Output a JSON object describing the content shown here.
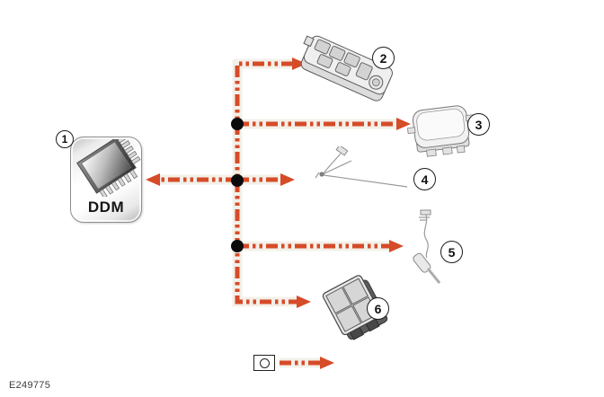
{
  "figure": {
    "id": "E249775"
  },
  "colors": {
    "arrow-color": "#d64b28",
    "junction-color": "#0b0b0b"
  },
  "module": {
    "label": "DDM"
  },
  "callouts": [
    {
      "num": "1",
      "icon": "driver-door-module-icon"
    },
    {
      "num": "2",
      "icon": "master-window-switch-icon"
    },
    {
      "num": "3",
      "icon": "control-module-icon"
    },
    {
      "num": "4",
      "icon": "wire-connector-icon"
    },
    {
      "num": "5",
      "icon": "lock-cable-icon"
    },
    {
      "num": "6",
      "icon": "switch-block-icon"
    }
  ],
  "legend": {
    "symbol": "circle-outline"
  }
}
